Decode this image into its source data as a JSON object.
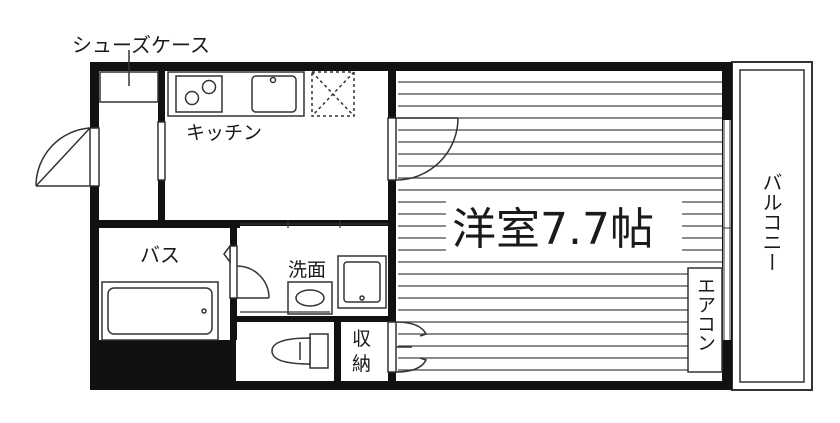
{
  "labels": {
    "shoe_case": "シューズケース",
    "kitchen": "キッチン",
    "bath": "バス",
    "washroom": "洗面",
    "closet_line1": "収",
    "closet_line2": "納",
    "main_room": "洋室7.7帖",
    "aircon": "エアコン",
    "balcony": "バルコニー"
  },
  "colors": {
    "wall": "#111111",
    "line": "#333333",
    "background": "#ffffff"
  }
}
